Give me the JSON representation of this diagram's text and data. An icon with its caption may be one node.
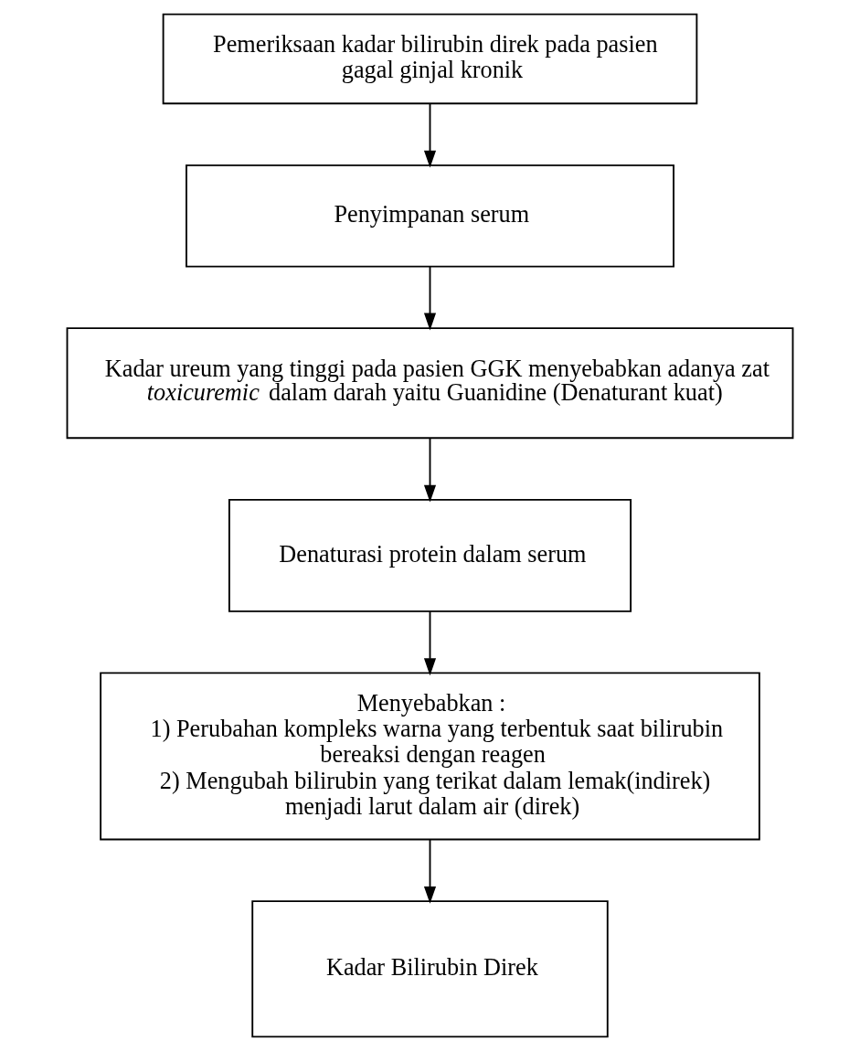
{
  "diagram": {
    "nodes": [
      {
        "text": [
          "Pemeriksaan kadar bilirubin direk pada pasien gagal ginjal kronik"
        ]
      },
      {
        "text": [
          "Penyimpanan serum"
        ]
      },
      {
        "text": [
          "Kadar ureum yang tinggi pada pasien GGK menyebabkan adanya zat *toxicuremic* dalam darah yaitu Guanidine (Denaturant kuat)"
        ]
      },
      {
        "text": [
          "Denaturasi protein dalam serum"
        ]
      },
      {
        "text": [
          "Menyebabkan :",
          "1) Perubahan kompleks warna yang terbentuk saat bilirubin bereaksi dengan reagen",
          "2) Mengubah bilirubin yang terikat dalam lemak(indirek) menjadi larut dalam air (direk)"
        ]
      },
      {
        "text": [
          "Kadar Bilirubin Direk"
        ]
      }
    ],
    "edges": [
      {
        "from": 0,
        "to": 1,
        "arrow": "to"
      },
      {
        "from": 1,
        "to": 2,
        "arrow": "to"
      },
      {
        "from": 2,
        "to": 3,
        "arrow": "to"
      },
      {
        "from": 3,
        "to": 4,
        "arrow": "to"
      },
      {
        "from": 4,
        "to": 5,
        "arrow": "to"
      }
    ]
  }
}
